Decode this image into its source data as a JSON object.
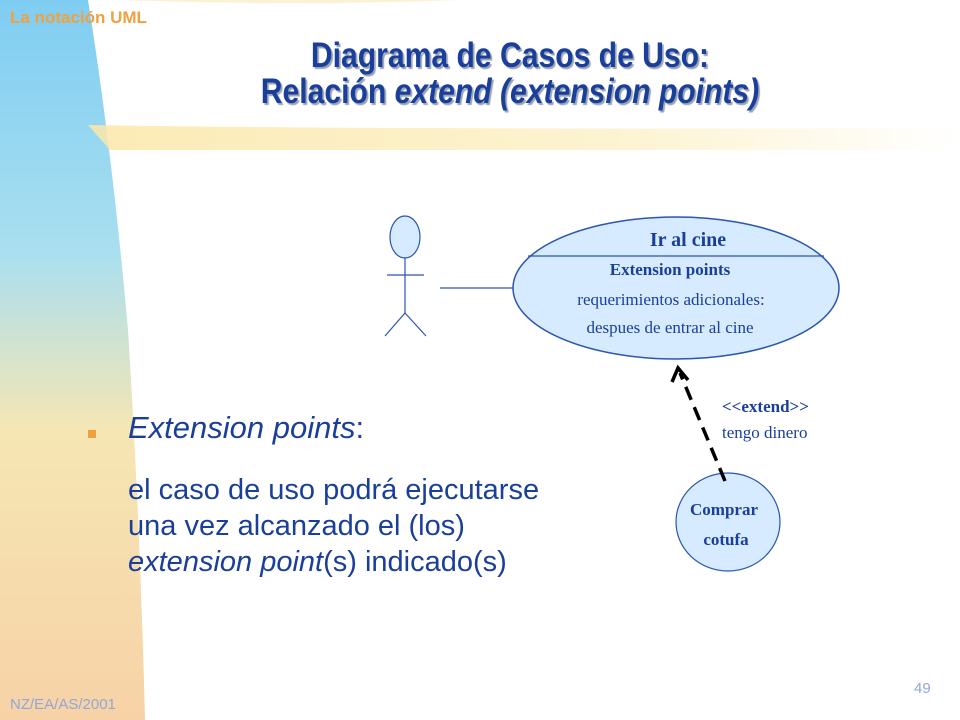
{
  "header": {
    "section": "La notación UML"
  },
  "title": {
    "line1": "Diagrama de Casos de Uso:",
    "line2_prefix": "Relación ",
    "line2_italic": "extend (extension points)"
  },
  "diagram": {
    "usecase_main": {
      "name": "Ir al cine",
      "section_label": "Extension points",
      "point_line1": "requerimientos adicionales:",
      "point_line2": "despues de entrar al cine"
    },
    "usecase_ext": {
      "line1": "Comprar",
      "line2": "cotufa"
    },
    "relation": {
      "stereotype": "<<extend>>",
      "condition": "tengo dinero"
    }
  },
  "bullet": {
    "head_italic": "Extension points",
    "head_colon": ":",
    "t1": "el caso de uso podrá ejecutarse una vez alcanzado el (los) ",
    "t2_italic": "extension point",
    "t3": "(s) indicado(s)"
  },
  "footer": {
    "credit": "NZ/EA/AS/2001",
    "page": "49"
  },
  "colors": {
    "title": "#1a3f9a",
    "accent": "#f0a040",
    "usecase_fill": "#d6ebff",
    "usecase_stroke": "#2a55b0"
  }
}
